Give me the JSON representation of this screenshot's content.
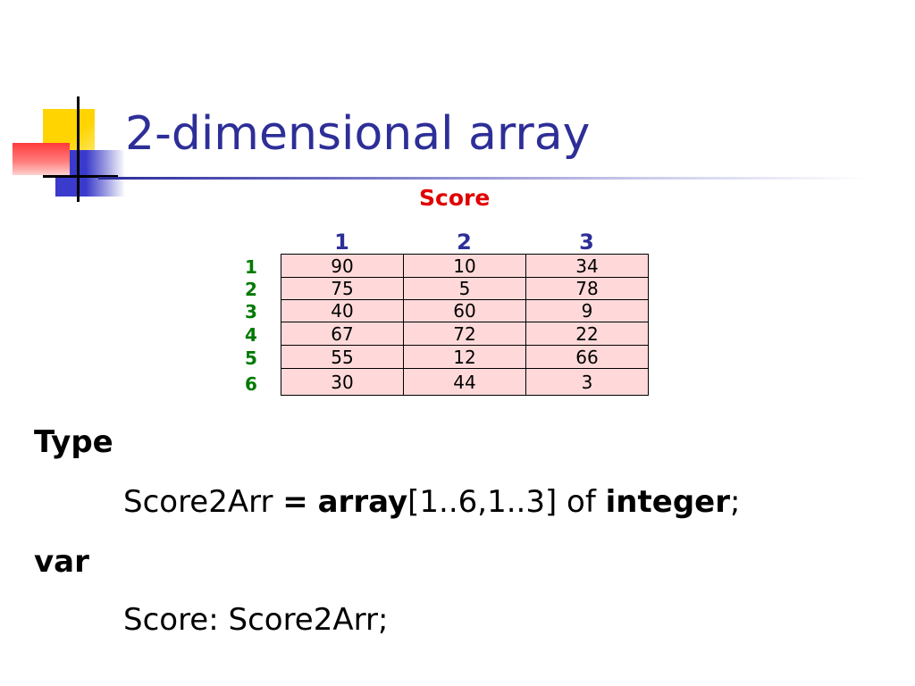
{
  "slide": {
    "title": "2-dimensional array",
    "accent_color": "#2e2e98"
  },
  "table": {
    "label": "Score",
    "label_color": "#e00000",
    "column_headers": [
      "1",
      "2",
      "3"
    ],
    "row_headers": [
      "1",
      "2",
      "3",
      "4",
      "5",
      "6"
    ],
    "rows": [
      [
        "90",
        "10",
        "34"
      ],
      [
        "75",
        "5",
        "78"
      ],
      [
        "40",
        "60",
        "9"
      ],
      [
        "67",
        "72",
        "22"
      ],
      [
        "55",
        "12",
        "66"
      ],
      [
        "30",
        "44",
        "3"
      ]
    ],
    "cell_color": "#ffd9d9"
  },
  "code": {
    "type_keyword": "Type",
    "type_name": "Score2Arr",
    "equals": "=",
    "array_keyword": "array",
    "bounds": "[1..6,1..3] of",
    "element_type": "integer",
    "semicolon": ";",
    "var_keyword": "var",
    "var_decl": "Score: Score2Arr;"
  }
}
